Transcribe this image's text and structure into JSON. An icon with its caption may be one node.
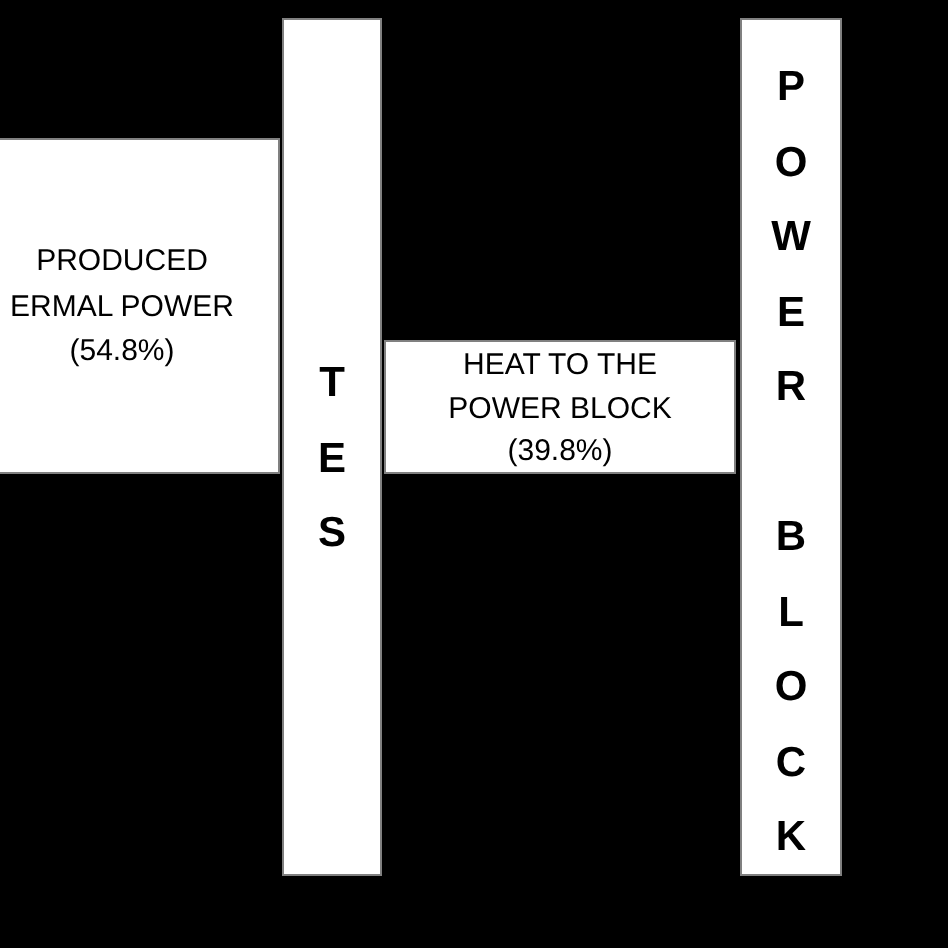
{
  "diagram": {
    "nodes": [
      {
        "text": [
          "PRODUCED ERMAL POWER (54.8%)"
        ]
      },
      {
        "text": [
          "TES"
        ]
      },
      {
        "text": [
          "HEAT TO THE POWER BLOCK (39.8%)"
        ]
      },
      {
        "text": [
          "POWER BLOCK"
        ]
      }
    ]
  }
}
